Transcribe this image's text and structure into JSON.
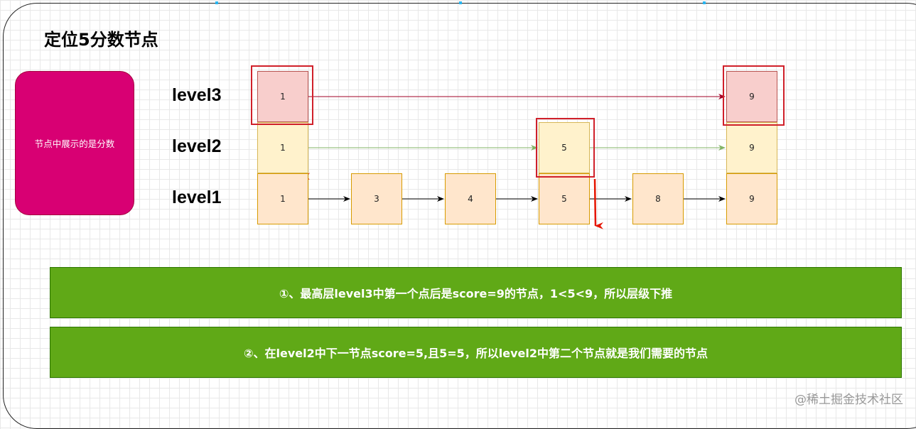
{
  "title": "定位5分数节点",
  "legend_note": "节点中展示的是分数",
  "levels": {
    "level3": "level3",
    "level2": "level2",
    "level1": "level1"
  },
  "nodes": {
    "l3": [
      "1",
      "9"
    ],
    "l2": [
      "1",
      "5",
      "9"
    ],
    "l1": [
      "1",
      "3",
      "4",
      "5",
      "8",
      "9"
    ]
  },
  "notes": [
    "①、最高层level3中第一个点后是score=9的节点，1<5<9，所以层级下推",
    "②、在level2中下一节点score=5,且5=5，所以level2中第二个节点就是我们需要的节点"
  ],
  "watermark": "@稀土掘金技术社区",
  "colors": {
    "legend": "#d80073",
    "level3_node": "#f8cecc",
    "level2_node": "#fff2cc",
    "level1_node": "#ffe6cc",
    "highlight": "#d0202a",
    "banner": "#60a917"
  }
}
